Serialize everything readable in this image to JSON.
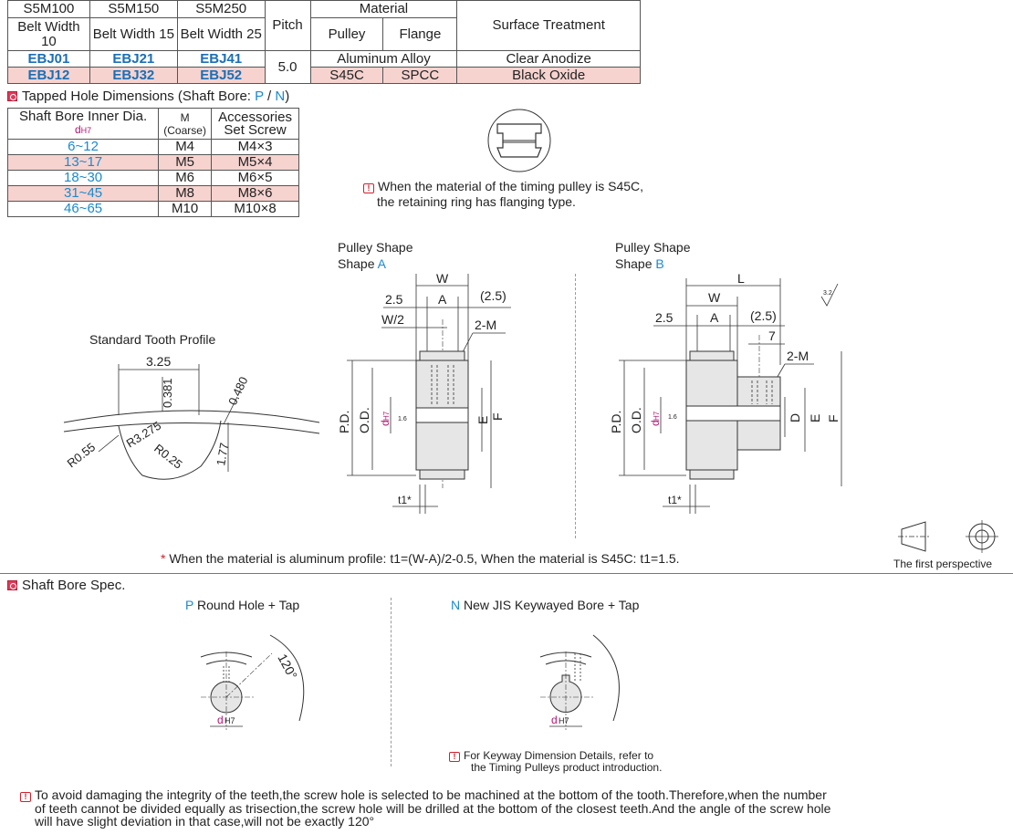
{
  "material_table": {
    "header1": [
      "S5M100",
      "S5M150",
      "S5M250",
      "Pitch",
      "Material",
      "Surface Treatment"
    ],
    "belt_width": [
      "Belt Width 10",
      "Belt Width 15",
      "Belt Width 25"
    ],
    "material_sub": [
      "Pulley",
      "Flange"
    ],
    "rows": [
      {
        "c1": "EBJ01",
        "c2": "EBJ21",
        "c3": "EBJ41",
        "material": "Aluminum Alloy",
        "surface": "Clear Anodize"
      },
      {
        "c1": "EBJ12",
        "c2": "EBJ32",
        "c3": "EBJ52",
        "pulley": "S45C",
        "flange": "SPCC",
        "surface": "Black Oxide"
      }
    ],
    "pitch_value": "5.0"
  },
  "tapped": {
    "title_prefix": "Tapped Hole Dimensions (Shaft Bore: ",
    "p": "P",
    "slash": " / ",
    "n": "N",
    "title_suffix": ")",
    "headers": {
      "shaft": "Shaft Bore Inner Dia.",
      "shaft_sub": "dH7",
      "m": "M",
      "m_sub": "(Coarse)",
      "acc": "Accessories",
      "acc_sub": "Set Screw"
    },
    "rows": [
      {
        "bore": "6~12",
        "m": "M4",
        "screw": "M4×3"
      },
      {
        "bore": "13~17",
        "m": "M5",
        "screw": "M5×4"
      },
      {
        "bore": "18~30",
        "m": "M6",
        "screw": "M6×5"
      },
      {
        "bore": "31~45",
        "m": "M8",
        "screw": "M8×6"
      },
      {
        "bore": "46~65",
        "m": "M10",
        "screw": "M10×8"
      }
    ]
  },
  "ring_note": {
    "line1": "When the material of the timing pulley is S45C,",
    "line2": "the retaining ring has flanging type."
  },
  "tooth_profile": {
    "title": "Standard Tooth Profile",
    "labels": [
      "3.25",
      "0.381",
      "0.480",
      "R3.275",
      "R0.55",
      "R0.25",
      "1.77"
    ]
  },
  "shape_a": {
    "title": "Pulley Shape",
    "sub_prefix": "Shape ",
    "sub": "A",
    "labels": {
      "w": "W",
      "a": "A",
      "left": "2.5",
      "right": "(2.5)",
      "w2": "W/2",
      "m": "2-M",
      "pd": "P.D.",
      "od": "O.D.",
      "d": "d",
      "h7": "H7",
      "rough": "1.6",
      "e": "E",
      "f": "F",
      "t1": "t1*"
    }
  },
  "shape_b": {
    "title": "Pulley Shape",
    "sub_prefix": "Shape ",
    "sub": "B",
    "labels": {
      "l": "L",
      "w": "W",
      "a": "A",
      "left": "2.5",
      "right": "(2.5)",
      "seven": "7",
      "m": "2-M",
      "pd": "P.D.",
      "od": "O.D.",
      "d": "d",
      "h7": "H7",
      "rough": "1.6",
      "dd": "D",
      "e": "E",
      "f": "F",
      "t1": "t1*",
      "rough2": "3.2"
    }
  },
  "footnote": {
    "star": "*",
    "text": "When the material is aluminum profile: t1=(W-A)/2-0.5,  When the material is S45C: t1=1.5."
  },
  "first_perspective": "The first perspective",
  "shaft_spec": {
    "title": "Shaft Bore Spec.",
    "p_letter": "P",
    "p_text": " Round Hole + Tap",
    "n_letter": "N",
    "n_text": " New JIS Keywayed Bore + Tap",
    "angle": "120°",
    "d_label": "d",
    "h7": "H7",
    "keyway_note1": "For Keyway Dimension Details, refer to",
    "keyway_note2": "the Timing Pulleys product introduction."
  },
  "bottom_note": {
    "line1": "To avoid damaging the integrity of the teeth,the screw hole is selected to be machined at the bottom of the tooth.Therefore,when the number",
    "line2": "of teeth cannot be divided equally as trisection,the screw hole will be drilled at the bottom of the closest teeth.And the angle of the screw hole",
    "line3": "will have slight deviation in that case,will not be exactly 120°"
  }
}
